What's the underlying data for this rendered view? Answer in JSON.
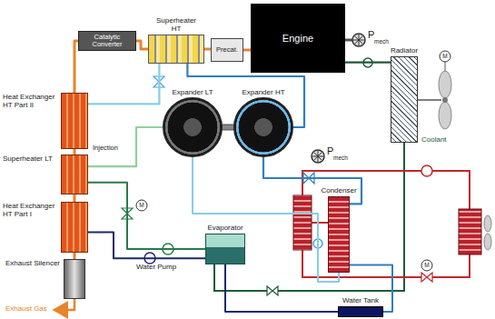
{
  "diagram": {
    "nodes": [
      {
        "text": [
          "Engine"
        ]
      },
      {
        "text": [
          "Precat."
        ]
      },
      {
        "text": [
          "Superheater HT"
        ]
      },
      {
        "text": [
          "Catalytic Converter"
        ]
      },
      {
        "text": [
          "Radiator"
        ]
      },
      {
        "text": [
          "Heat Exchanger HT Part II"
        ]
      },
      {
        "text": [
          "Superheater LT"
        ]
      },
      {
        "text": [
          "Heat Exchanger HT Part I"
        ]
      },
      {
        "text": [
          "Exhaust Silencer"
        ]
      },
      {
        "text": [
          "Expander LT"
        ]
      },
      {
        "text": [
          "Expander HT"
        ]
      },
      {
        "text": [
          "Evaporator"
        ]
      },
      {
        "text": [
          "Condenser"
        ]
      },
      {
        "text": [
          "Water Tank"
        ]
      }
    ],
    "edges": [
      {
        "from": 0,
        "to": 1,
        "arrow": "none"
      },
      {
        "from": 1,
        "to": 2,
        "arrow": "none"
      },
      {
        "from": 2,
        "to": 3,
        "arrow": "none"
      },
      {
        "from": 3,
        "to": 5,
        "arrow": "none"
      },
      {
        "from": 5,
        "to": 6,
        "arrow": "none"
      },
      {
        "from": 6,
        "to": 7,
        "arrow": "none"
      },
      {
        "from": 7,
        "to": 8,
        "arrow": "none"
      },
      {
        "from": 0,
        "to": 4,
        "arrow": "none"
      },
      {
        "from": 2,
        "to": 10,
        "arrow": "none"
      },
      {
        "from": 5,
        "to": 2,
        "arrow": "none"
      },
      {
        "from": 6,
        "to": 9,
        "arrow": "none"
      },
      {
        "from": 11,
        "to": 6,
        "arrow": "none"
      },
      {
        "from": 10,
        "to": 12,
        "arrow": "none"
      },
      {
        "from": 9,
        "to": 12,
        "arrow": "none"
      },
      {
        "from": 12,
        "to": 13,
        "arrow": "none"
      },
      {
        "from": 13,
        "to": 11,
        "arrow": "none"
      },
      {
        "from": 11,
        "to": 7,
        "arrow": "none"
      }
    ],
    "labels": [
      "P",
      "mech",
      "P",
      "mech",
      "Coolant",
      "Injection",
      "Water Pump",
      "Exhaust Gas",
      "M",
      "M",
      "M"
    ]
  }
}
